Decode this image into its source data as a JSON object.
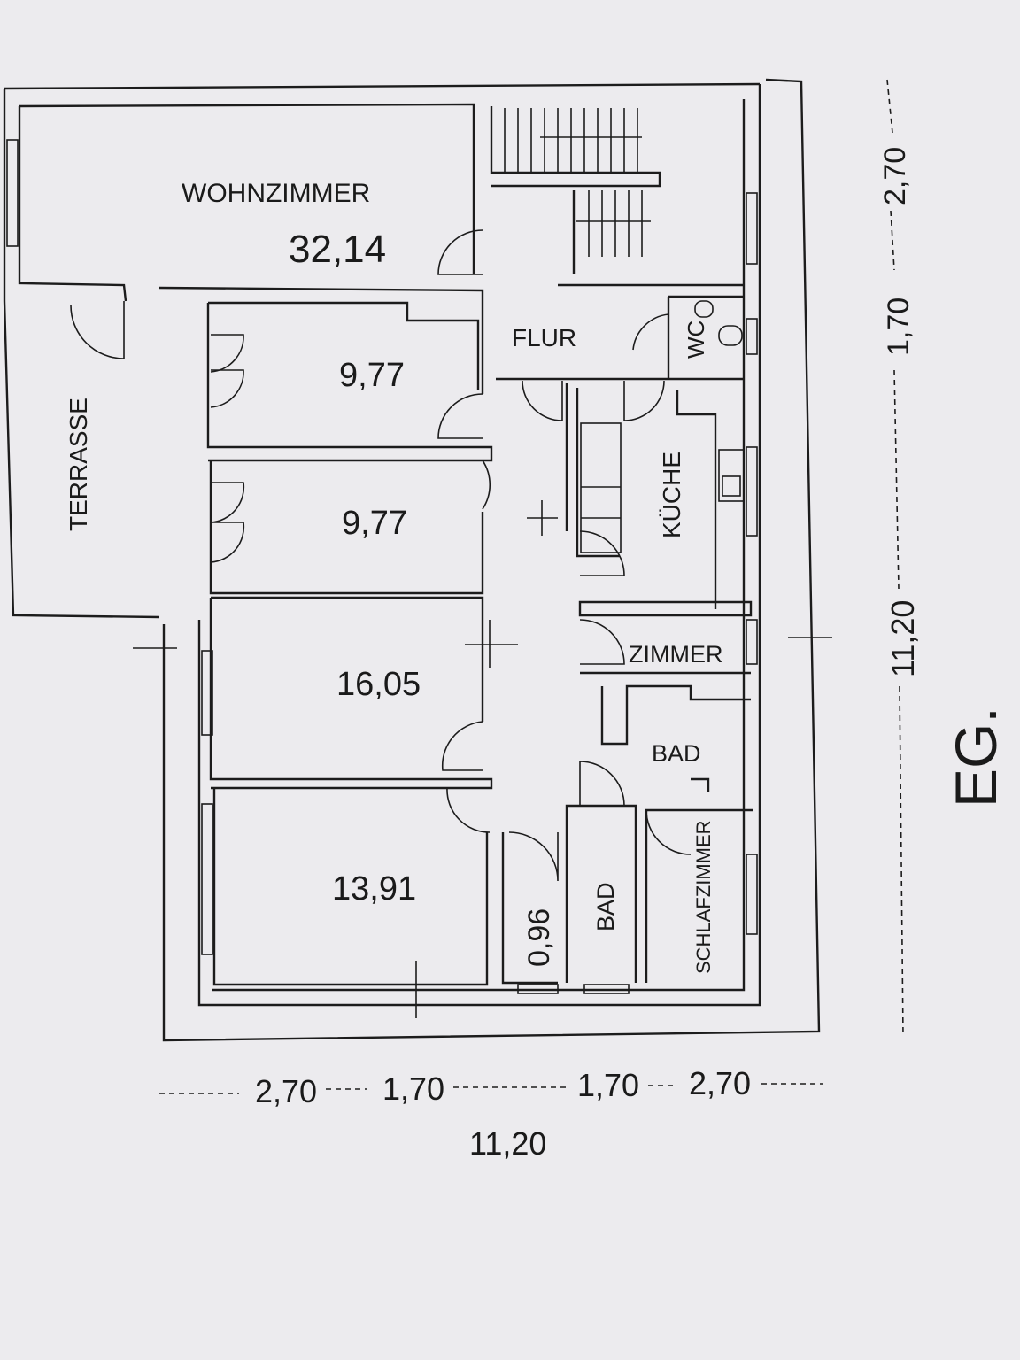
{
  "rooms": {
    "wohnzimmer": {
      "name": "WOHNZIMMER",
      "area": "32,14"
    },
    "terrasse": "TERRASSE",
    "flur": "FLUR",
    "wc": "WC",
    "kueche": "KÜCHE",
    "zimmer": "ZIMMER",
    "bad_right": "BAD",
    "bad_center": "BAD",
    "schlafzimmer": "SCHLAFZIMMER",
    "room1_area": "9,77",
    "room2_area": "9,77",
    "room3_area": "16,05",
    "room4_area": "13,91",
    "small_room_area": "0,96"
  },
  "dimensions": {
    "bottom": [
      "2,70",
      "1,70",
      "1,70",
      "2,70"
    ],
    "bottom_total": "11,20",
    "right": [
      "2,70",
      "1,70"
    ],
    "right_total": "11,20"
  },
  "floor": "EG."
}
